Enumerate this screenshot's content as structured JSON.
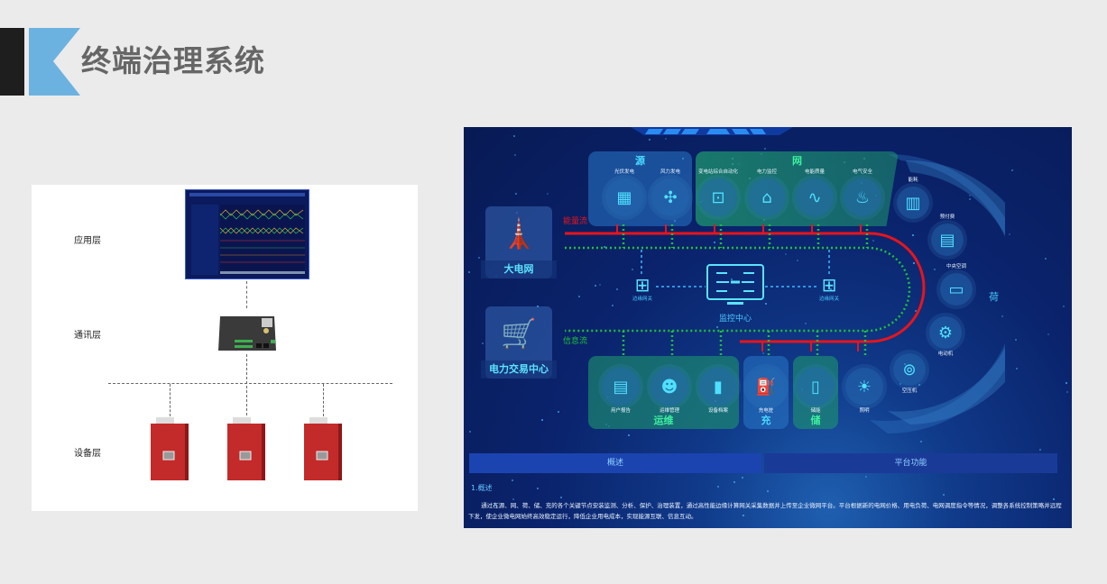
{
  "header": {
    "title": "终端治理系统",
    "accent_color": "#6cb2e0"
  },
  "architecture": {
    "layers": [
      {
        "label": "应用层",
        "device": "monitoring-screen"
      },
      {
        "label": "通讯层",
        "device": "gateway"
      },
      {
        "label": "设备层",
        "device": "governance-cabinet"
      }
    ],
    "device_count": 3
  },
  "energy_platform": {
    "side_nodes": [
      {
        "label": "大电网",
        "icon": "tower-house-icon"
      },
      {
        "label": "电力交易中心",
        "icon": "cart-monitor-icon"
      }
    ],
    "flows": {
      "energy": "能量流",
      "info": "信息流"
    },
    "groups": {
      "source": {
        "title": "源",
        "items": [
          {
            "label": "光伏发电",
            "icon": "solar-panel-icon"
          },
          {
            "label": "风力发电",
            "icon": "wind-turbine-icon"
          }
        ]
      },
      "grid": {
        "title": "网",
        "items": [
          {
            "label": "变电站综合自动化",
            "icon": "substation-icon"
          },
          {
            "label": "电力监控",
            "icon": "house-power-icon"
          },
          {
            "label": "电能质量",
            "icon": "waveform-icon"
          },
          {
            "label": "电气安全",
            "icon": "fire-safety-icon"
          }
        ]
      },
      "load": {
        "title": "荷",
        "items": [
          {
            "label": "能耗",
            "icon": "building-icon"
          },
          {
            "label": "预付费",
            "icon": "prepaid-card-icon"
          },
          {
            "label": "中央空调",
            "icon": "air-conditioner-icon"
          },
          {
            "label": "电动机",
            "icon": "motor-icon"
          },
          {
            "label": "空压机",
            "icon": "compressor-icon"
          },
          {
            "label": "照明",
            "icon": "bulb-icon"
          }
        ]
      },
      "ops": {
        "title": "运维",
        "items": [
          {
            "label": "用户报告",
            "icon": "report-icon"
          },
          {
            "label": "运维管理",
            "icon": "worker-icon"
          },
          {
            "label": "设备档案",
            "icon": "archive-icon"
          }
        ]
      },
      "charge": {
        "title": "充",
        "items": [
          {
            "label": "充电桩",
            "icon": "charger-icon"
          }
        ]
      },
      "storage": {
        "title": "储",
        "items": [
          {
            "label": "储能",
            "icon": "battery-icon"
          }
        ]
      }
    },
    "center": {
      "label": "监控中心",
      "gateway_label": "边缘网关"
    },
    "tabs": [
      {
        "label": "概述",
        "active": true
      },
      {
        "label": "平台功能",
        "active": false
      }
    ],
    "intro": {
      "heading": "1.概述",
      "text": "通过在源、网、荷、储、充的各个关键节点安装监测、分析、保护、治理装置，通过高性能边缘计算网关采集数据并上传至企业微网平台。平台根据新的电网价格、用电负荷、电网调度指令等情况，调整各系统控制策略并远程下发，使企业微电网始终高效稳定运行，降低企业用电成本，实现能源互联、信息互动。"
    },
    "colors": {
      "energy_line": "#e8141c",
      "info_line": "#1fc03a",
      "cyan": "#4fe0ff"
    }
  }
}
